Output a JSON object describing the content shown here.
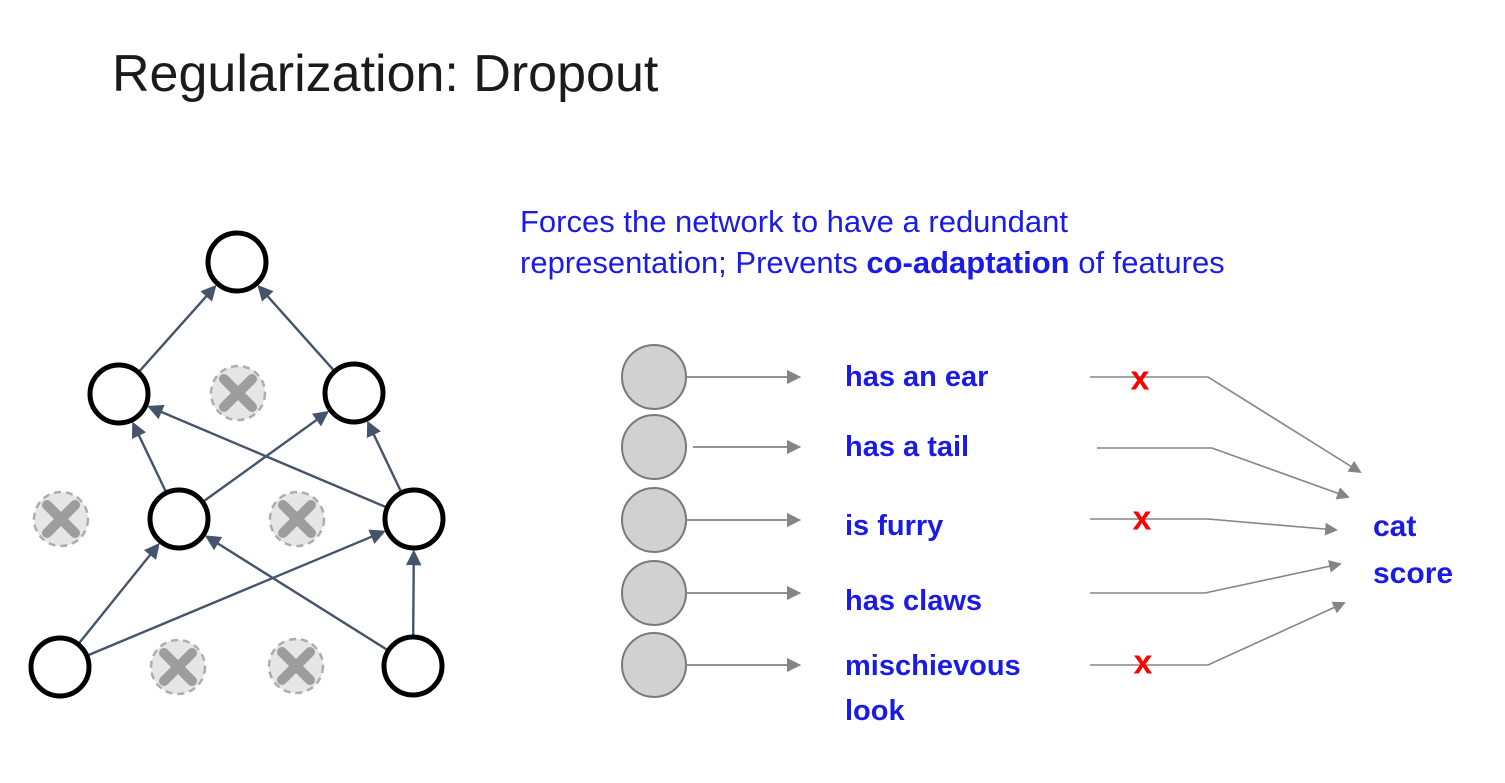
{
  "slide": {
    "title": "Regularization: Dropout",
    "desc_line1": "Forces the network to have a redundant",
    "desc_line2_pre": "representation; Prevents ",
    "desc_bold": "co-adaptation",
    "desc_line2_post": " of features"
  },
  "network": {
    "description": "feed-forward network with dropped-out units shown as dashed gray circles with X",
    "layers_top_to_bottom": [
      {
        "nodes": [
          "active"
        ]
      },
      {
        "nodes": [
          "active",
          "dropped",
          "active"
        ]
      },
      {
        "nodes": [
          "dropped",
          "active",
          "dropped",
          "active"
        ]
      },
      {
        "nodes": [
          "active",
          "dropped",
          "dropped",
          "active"
        ]
      }
    ],
    "edges": "each active node connects upward to every active node in the next layer"
  },
  "features": {
    "items": [
      {
        "label": "has an ear",
        "dropped": true,
        "mark": "x"
      },
      {
        "label": "has a tail",
        "dropped": false,
        "mark": ""
      },
      {
        "label": "is furry",
        "dropped": true,
        "mark": "x"
      },
      {
        "label": "has claws",
        "dropped": false,
        "mark": ""
      },
      {
        "label": "mischievous look",
        "dropped": true,
        "mark": "x"
      }
    ],
    "output_line1": "cat",
    "output_line2": "score"
  },
  "colors": {
    "text_blue": "#1b1be6",
    "drop_red": "#ff0000",
    "edge_steel_blue": "#44546a",
    "arrow_gray": "#858585",
    "node_fill_gray": "#d1d1d1",
    "dropped_fill_gray": "#e6e6e6",
    "title_black": "#1b1b1b"
  }
}
